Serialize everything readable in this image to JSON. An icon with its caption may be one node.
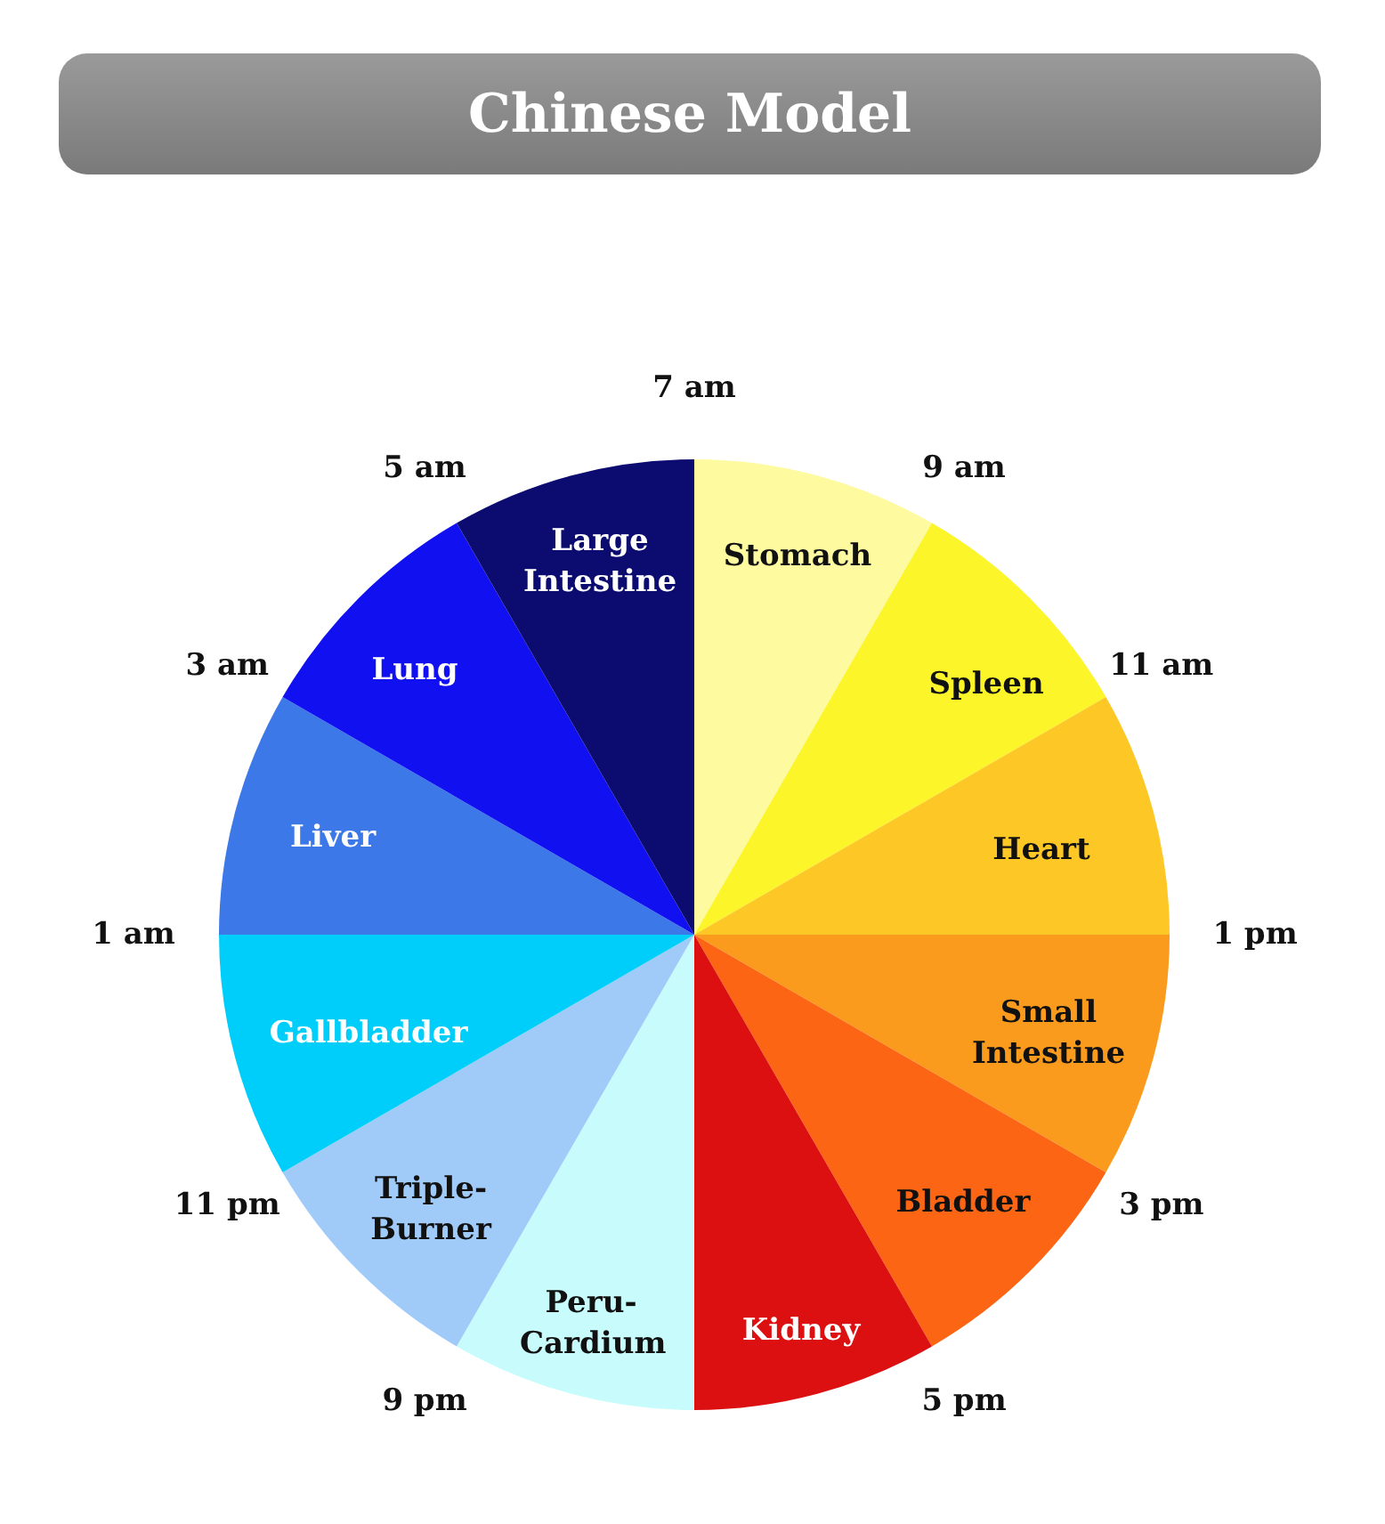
{
  "diagram": {
    "title": "Chinese Model",
    "nodes": [
      {
        "text": [
          "Stomach"
        ]
      },
      {
        "text": [
          "Spleen"
        ]
      },
      {
        "text": [
          "Heart"
        ]
      },
      {
        "text": [
          "Small Intestine"
        ]
      },
      {
        "text": [
          "Bladder"
        ]
      },
      {
        "text": [
          "Kidney"
        ]
      },
      {
        "text": [
          "Peru- Cardium"
        ]
      },
      {
        "text": [
          "Triple- Burner"
        ]
      },
      {
        "text": [
          "Gallbladder"
        ]
      },
      {
        "text": [
          "Liver"
        ]
      },
      {
        "text": [
          "Lung"
        ]
      },
      {
        "text": [
          "Large Intestine"
        ]
      }
    ],
    "edges": [],
    "labels": [
      "7 am",
      "5 am",
      "9 am",
      "3 am",
      "11 am",
      "1 am",
      "1 pm",
      "11 pm",
      "3 pm",
      "9 pm",
      "5 pm"
    ]
  }
}
